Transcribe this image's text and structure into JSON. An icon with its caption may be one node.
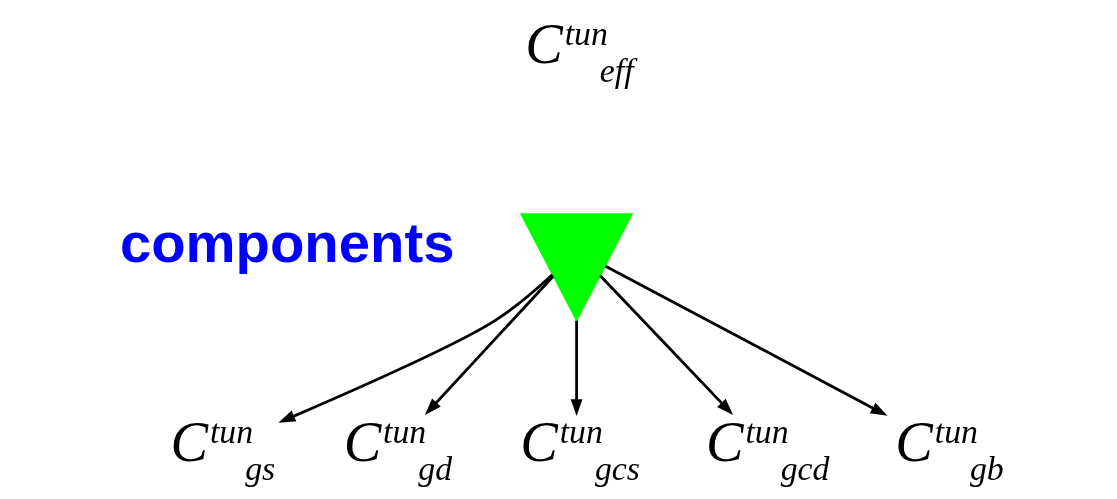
{
  "diagram": {
    "nodes": [
      {
        "text": [
          "C$^{tun}$$_{eff}$"
        ]
      },
      {
        "text": [],
        "shape": "arrow"
      },
      {
        "text": [
          "C$^{tun}$$_{gs}$"
        ]
      },
      {
        "text": [
          "C$^{tun}$$_{gd}$"
        ]
      },
      {
        "text": [
          "C$^{tun}$$_{gcs}$"
        ]
      },
      {
        "text": [
          "C$^{tun}$$_{gcd}$"
        ]
      },
      {
        "text": [
          "C$^{tun}$$_{gb}$"
        ]
      }
    ],
    "edges": [
      {
        "from": 1,
        "to": 2,
        "arrow": "to"
      },
      {
        "from": 1,
        "to": 3,
        "arrow": "to"
      },
      {
        "from": 1,
        "to": 4,
        "arrow": "to"
      },
      {
        "from": 1,
        "to": 5,
        "arrow": "to"
      },
      {
        "from": 1,
        "to": 6,
        "arrow": "to"
      }
    ],
    "labels": [
      "components"
    ]
  }
}
